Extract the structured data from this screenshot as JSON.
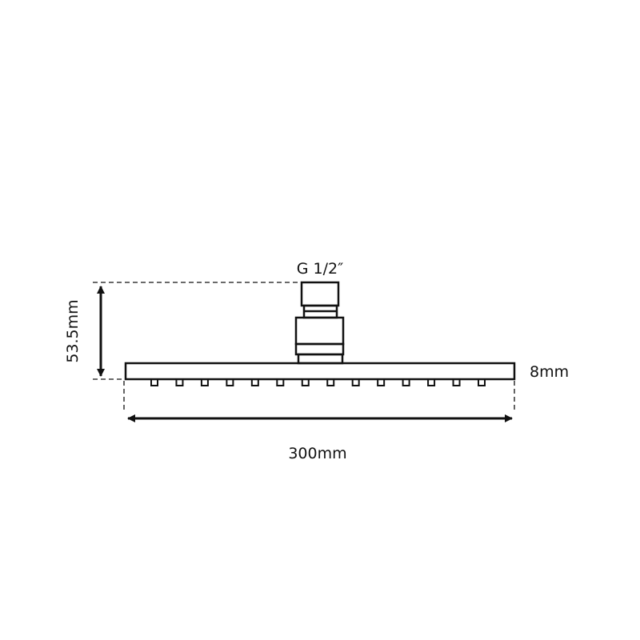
{
  "labels": {
    "thread": "G 1/2″",
    "height": "53.5mm",
    "thickness": "8mm",
    "width": "300mm"
  },
  "nozzle_count": 14,
  "colors": {
    "line": "#111111"
  }
}
